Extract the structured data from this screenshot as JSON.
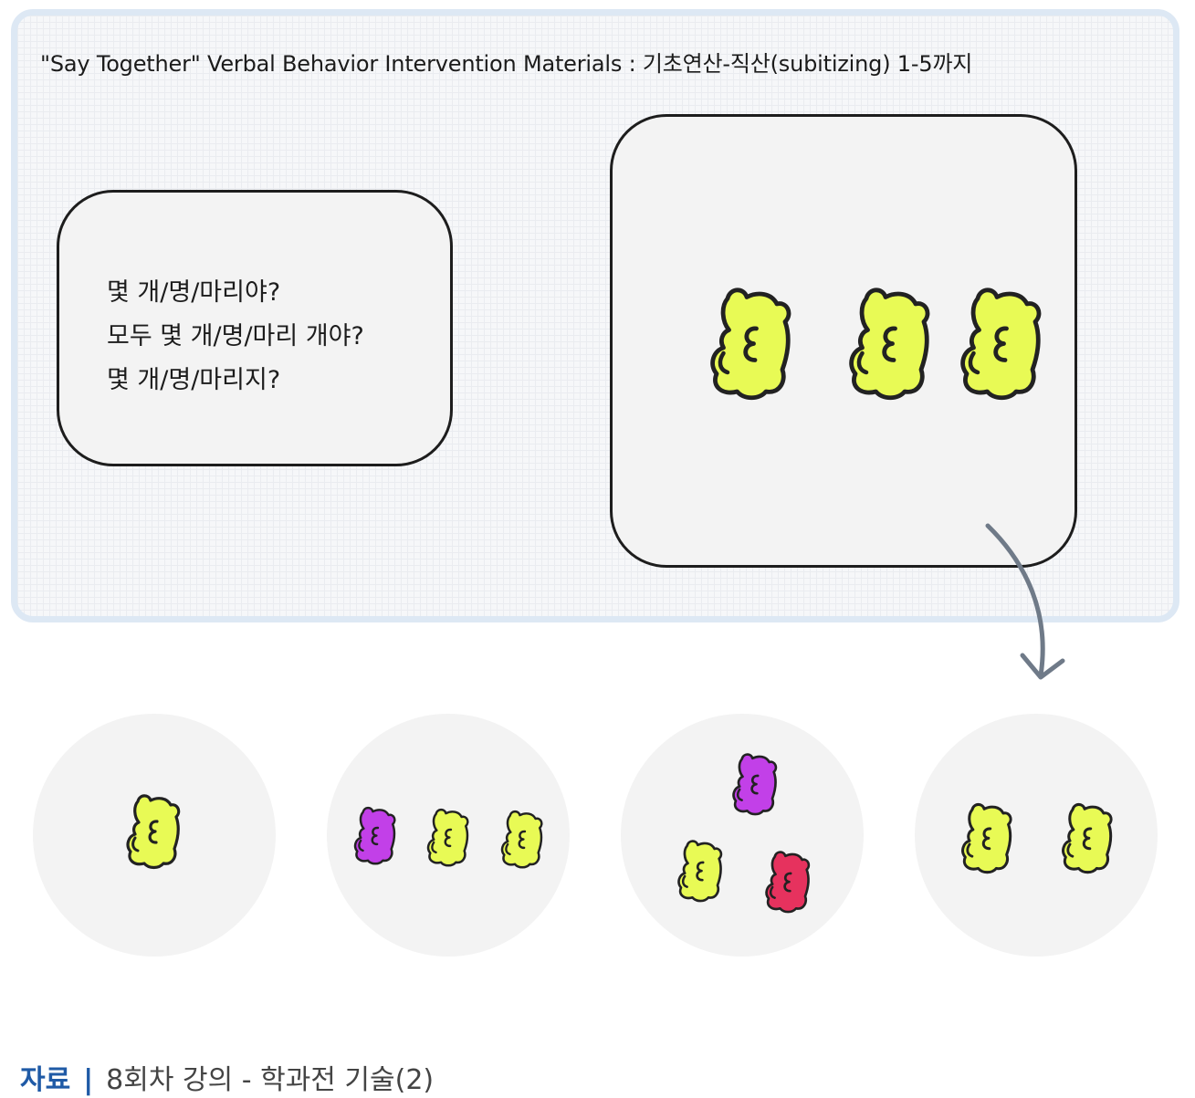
{
  "title": "\"Say Together\" Verbal Behavior Intervention Materials : 기초연산-직산(subitizing) 1-5까지",
  "prompt": {
    "lines": [
      "몇 개/명/마리야?",
      "모두 몇 개/명/마리 개야?",
      "몇 개/명/마리지?"
    ]
  },
  "display": {
    "bears": [
      "yellow",
      "yellow",
      "yellow"
    ]
  },
  "choices": [
    {
      "bears": [
        "yellow"
      ]
    },
    {
      "bears": [
        "purple",
        "yellow",
        "yellow"
      ]
    },
    {
      "bears": [
        "purple",
        "yellow",
        "red"
      ]
    },
    {
      "bears": [
        "yellow",
        "yellow"
      ]
    }
  ],
  "colors": {
    "yellow": "#e8fa55",
    "purple": "#c240e8",
    "red": "#e6325e",
    "outline": "#222222",
    "arrow": "#6f7a88"
  },
  "footer": {
    "label": "자료",
    "separator": "|",
    "text": "8회차 강의 - 학과전 기술(2)"
  }
}
